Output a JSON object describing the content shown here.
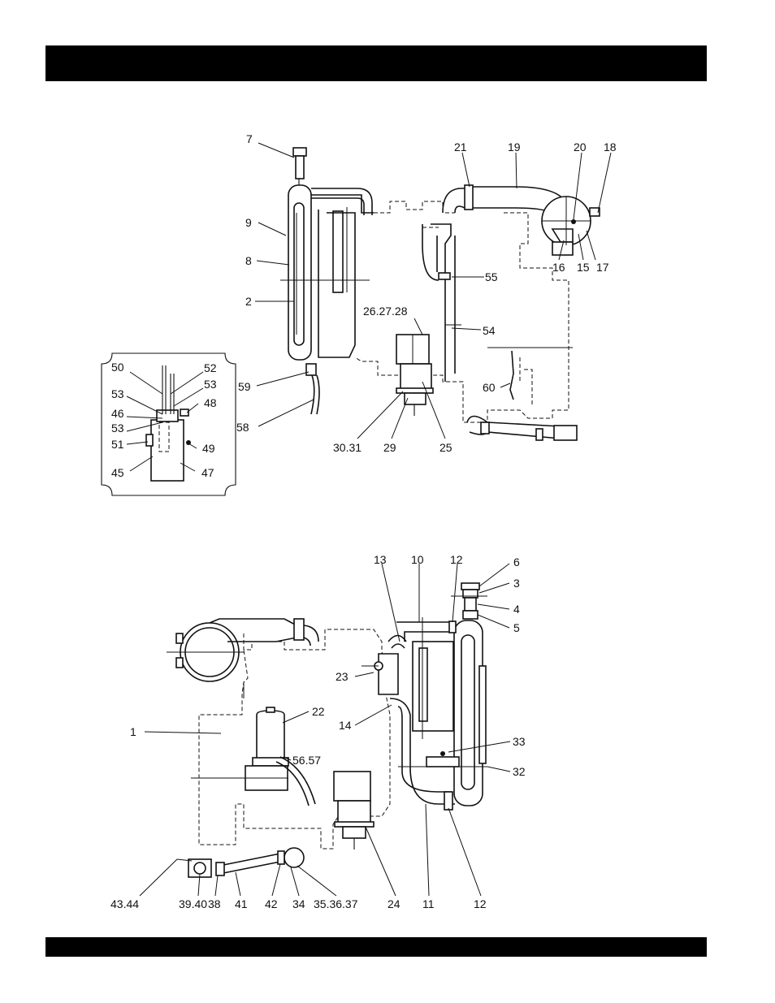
{
  "header_bar": {
    "color": "#000000"
  },
  "footer_bar": {
    "color": "#000000"
  },
  "callouts_top": [
    "7",
    "9",
    "8",
    "2",
    "59",
    "58",
    "21",
    "19",
    "20",
    "18",
    "16",
    "15",
    "17",
    "55",
    "54",
    "26.27.28",
    "60",
    "30.31",
    "29",
    "25"
  ],
  "callouts_inset": [
    "50",
    "52",
    "53",
    "53",
    "46",
    "48",
    "53",
    "51",
    "49",
    "45",
    "47"
  ],
  "callouts_bottom": [
    "13",
    "10",
    "12",
    "6",
    "3",
    "4",
    "5",
    "23",
    "22",
    "1",
    "14",
    "33",
    "56.57",
    "32",
    "43.44",
    "39.40",
    "38",
    "41",
    "42",
    "34",
    "35.36.37",
    "24",
    "11",
    "12"
  ]
}
